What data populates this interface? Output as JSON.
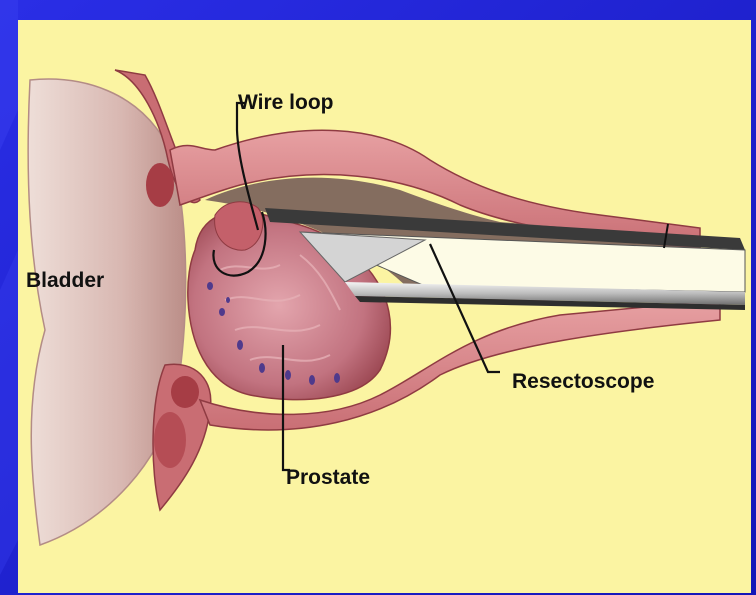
{
  "colors": {
    "slide_background": "#1b1fd6",
    "panel_background": "#fbf4a2",
    "tissue_outer": "#d9848a",
    "tissue_dark": "#b4464c",
    "prostate": "#c4747e",
    "bladder_wall": "#e3c9c4",
    "instrument_silver": "#c9c9c9"
  },
  "labels": {
    "wire_loop": "Wire loop",
    "bladder": "Bladder",
    "resectoscope": "Resectoscope",
    "prostate": "Prostate"
  }
}
